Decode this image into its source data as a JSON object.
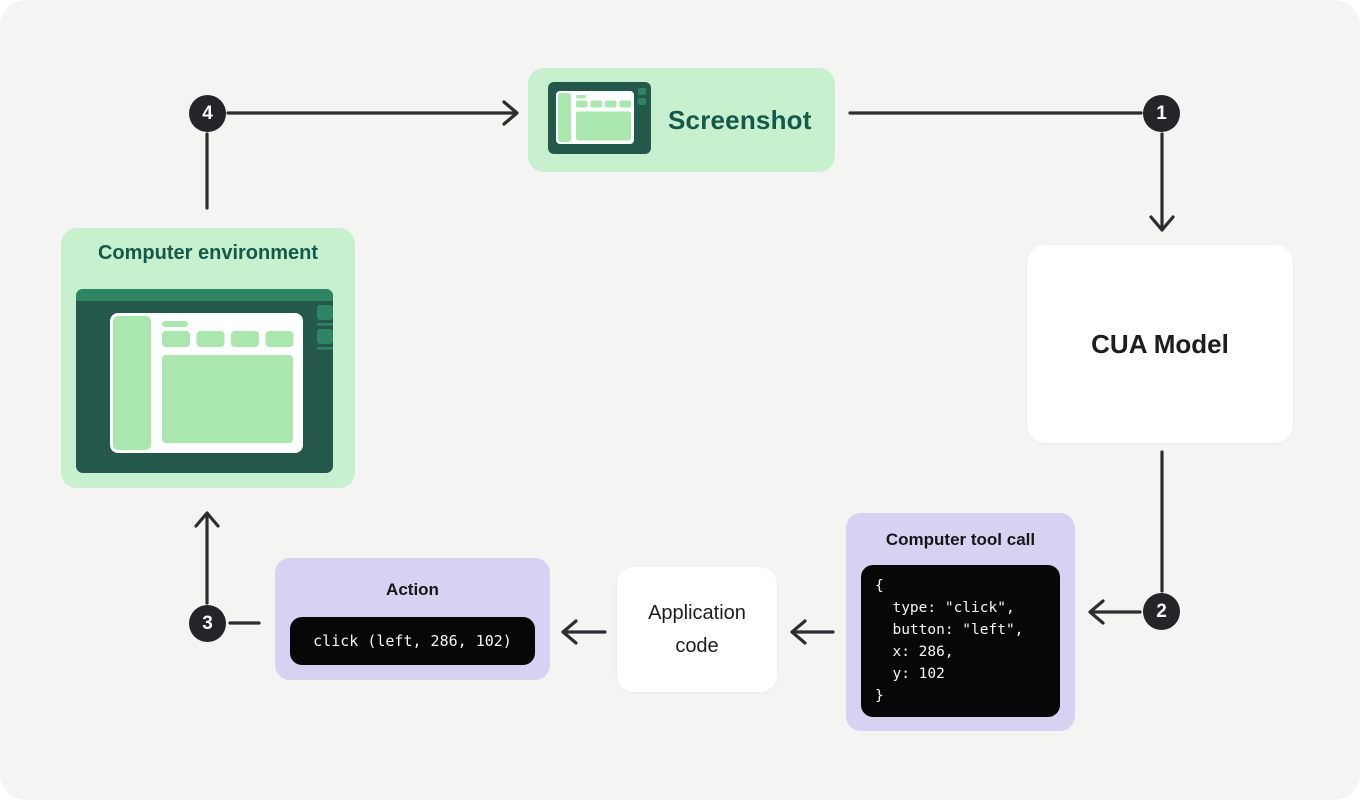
{
  "diagram": {
    "nodes": {
      "screenshot": {
        "label": "Screenshot"
      },
      "computer_environment": {
        "label": "Computer environment"
      },
      "cua_model": {
        "label": "CUA Model"
      },
      "computer_tool_call": {
        "label": "Computer tool call",
        "code": "{\n  type: \"click\",\n  button: \"left\",\n  x: 286,\n  y: 102\n}"
      },
      "application_code": {
        "label": "Application code"
      },
      "action": {
        "label": "Action",
        "code": "click (left, 286, 102)"
      }
    },
    "steps": [
      {
        "number": "1",
        "edge": "Screenshot to CUA Model"
      },
      {
        "number": "2",
        "edge": "CUA Model to Computer tool call"
      },
      {
        "number": "3",
        "edge": "Action to Computer environment"
      },
      {
        "number": "4",
        "edge": "Computer environment to Screenshot"
      }
    ],
    "icons": {
      "screenshot_icon": "monitor-with-browser-window-icon",
      "environment_illustration": "desktop-with-browser-window-illustration"
    }
  },
  "colors": {
    "canvas": "#f4f4f2",
    "green-light": "#c7f0ce",
    "green-mid": "#a9e7af",
    "green-dark": "#24584a",
    "green-bar": "#2f8463",
    "green-text": "#14594a",
    "purple": "#d7d2f2",
    "ink": "#1d1d1f",
    "circle": "#232528",
    "line": "#2c2d2f",
    "code-bg": "#070707",
    "code-fg": "#f5f5f5"
  }
}
